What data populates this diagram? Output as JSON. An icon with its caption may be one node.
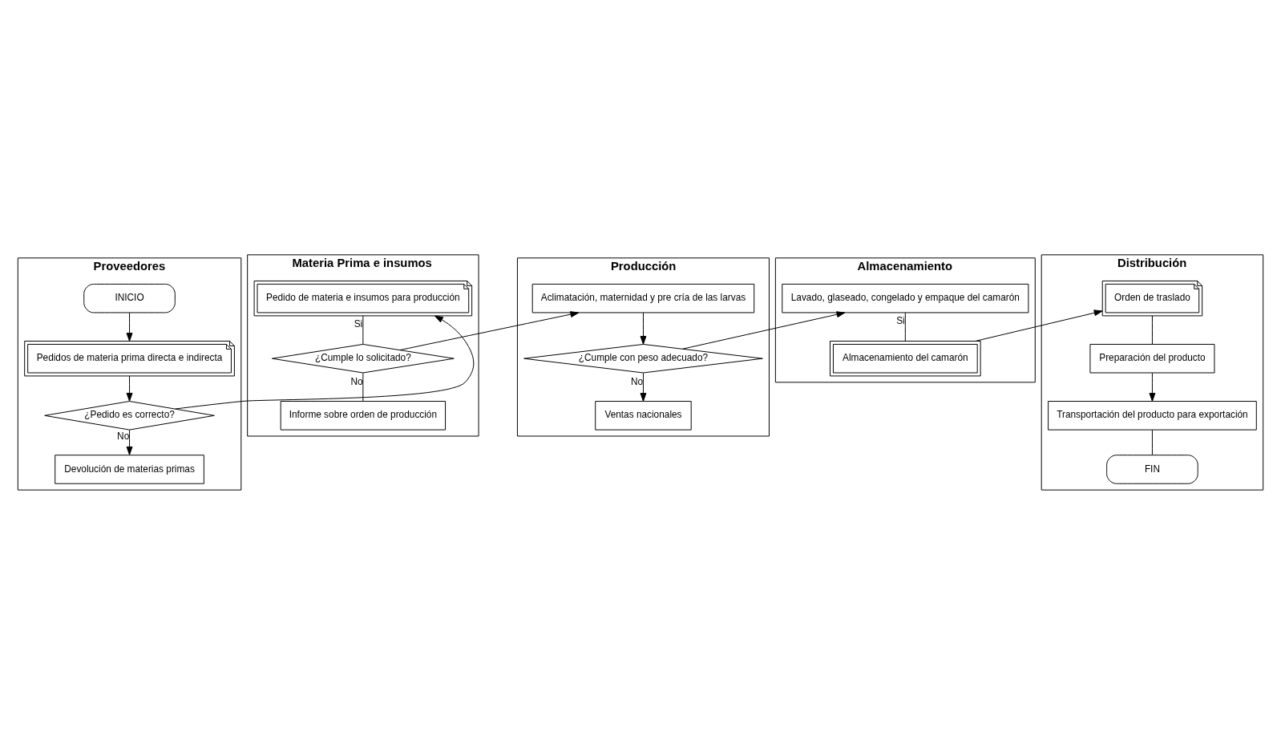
{
  "diagram": {
    "nodes": [
      {
        "text": [
          "Proveedores"
        ]
      },
      {
        "text": [
          "Materia Prima e insumos"
        ]
      },
      {
        "text": [
          "Producción"
        ]
      },
      {
        "text": [
          "Almacenamiento"
        ]
      },
      {
        "text": [
          "Distribución"
        ]
      },
      {
        "text": [
          "INICIO"
        ],
        "in": 0
      },
      {
        "text": [
          "Pedidos de materia prima directa e indirecta"
        ],
        "in": 0
      },
      {
        "text": [
          "¿Pedido es correcto?"
        ],
        "in": 0
      },
      {
        "text": [
          "Devolución de materias primas"
        ],
        "in": 0
      },
      {
        "text": [
          "Pedido de materia e insumos para producción"
        ],
        "in": 1
      },
      {
        "text": [
          "¿Cumple lo solicitado?"
        ],
        "in": 1
      },
      {
        "text": [
          "Informe sobre orden de producción"
        ],
        "in": 1
      },
      {
        "text": [
          "Aclimatación, maternidad y pre cría de las larvas"
        ],
        "in": 2
      },
      {
        "text": [
          "¿Cumple con peso adecuado?"
        ],
        "in": 2
      },
      {
        "text": [
          "Ventas nacionales"
        ],
        "in": 2
      },
      {
        "text": [
          "Lavado, glaseado, congelado y empaque del camarón"
        ],
        "in": 3
      },
      {
        "text": [
          "Almacenamiento del camarón"
        ],
        "in": 3
      },
      {
        "text": [
          "Orden de traslado"
        ],
        "in": 4
      },
      {
        "text": [
          "Preparación del producto"
        ],
        "in": 4
      },
      {
        "text": [
          "Transportación del producto para exportación"
        ],
        "in": 4
      },
      {
        "text": [
          "FIN"
        ],
        "in": 4
      }
    ],
    "edges": [
      {
        "from": 5,
        "to": 6,
        "arrow": "to"
      },
      {
        "from": 6,
        "to": 7,
        "arrow": "to"
      },
      {
        "from": 7,
        "to": 8,
        "arrow": "to",
        "label": "No"
      },
      {
        "from": 7,
        "to": 9,
        "arrow": "to"
      },
      {
        "from": 9,
        "to": 10,
        "arrow": "none",
        "label": "Si"
      },
      {
        "from": 10,
        "to": 11,
        "arrow": "none",
        "label": "No"
      },
      {
        "from": 10,
        "to": 12,
        "arrow": "to"
      },
      {
        "from": 12,
        "to": 13,
        "arrow": "to"
      },
      {
        "from": 13,
        "to": 14,
        "arrow": "to",
        "label": "No"
      },
      {
        "from": 13,
        "to": 15,
        "arrow": "to"
      },
      {
        "from": 15,
        "to": 16,
        "arrow": "none",
        "label": "Si"
      },
      {
        "from": 16,
        "to": 17,
        "arrow": "to"
      },
      {
        "from": 17,
        "to": 18,
        "arrow": "none"
      },
      {
        "from": 18,
        "to": 19,
        "arrow": "to"
      },
      {
        "from": 19,
        "to": 20,
        "arrow": "none"
      }
    ]
  }
}
